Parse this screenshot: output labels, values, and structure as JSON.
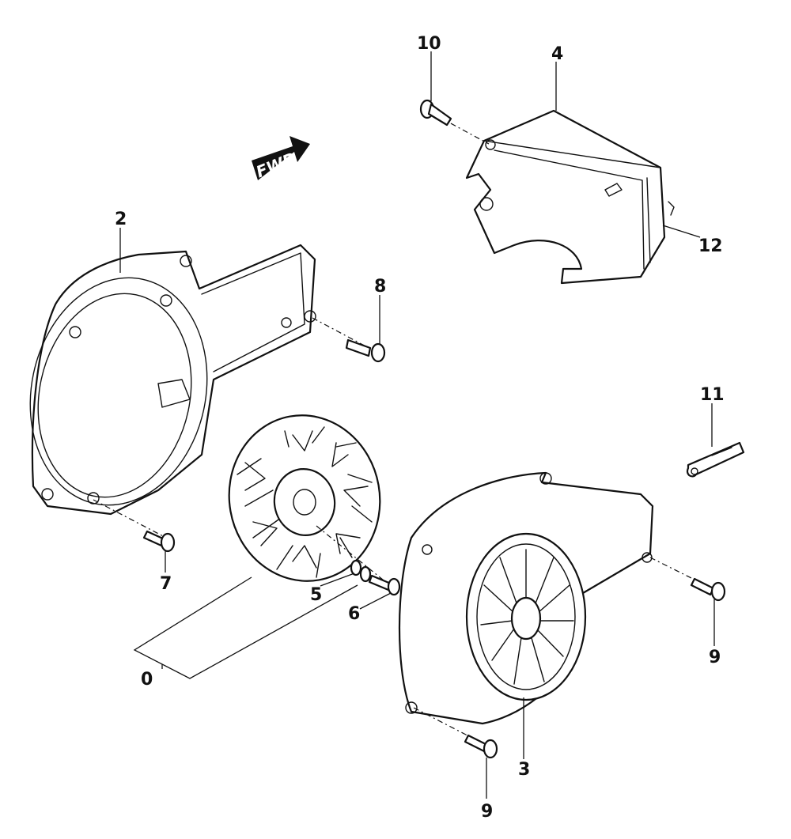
{
  "forward_arrow": {
    "label": "FWD"
  },
  "callouts": [
    {
      "id": "c10",
      "text": "10"
    },
    {
      "id": "c4",
      "text": "4"
    },
    {
      "id": "c2",
      "text": "2"
    },
    {
      "id": "c8",
      "text": "8"
    },
    {
      "id": "c12",
      "text": "12"
    },
    {
      "id": "c11",
      "text": "11"
    },
    {
      "id": "c7",
      "text": "7"
    },
    {
      "id": "c5",
      "text": "5"
    },
    {
      "id": "c6",
      "text": "6"
    },
    {
      "id": "c0",
      "text": "0"
    },
    {
      "id": "c9a",
      "text": "9"
    },
    {
      "id": "c9b",
      "text": "9"
    },
    {
      "id": "c3",
      "text": "3"
    }
  ]
}
